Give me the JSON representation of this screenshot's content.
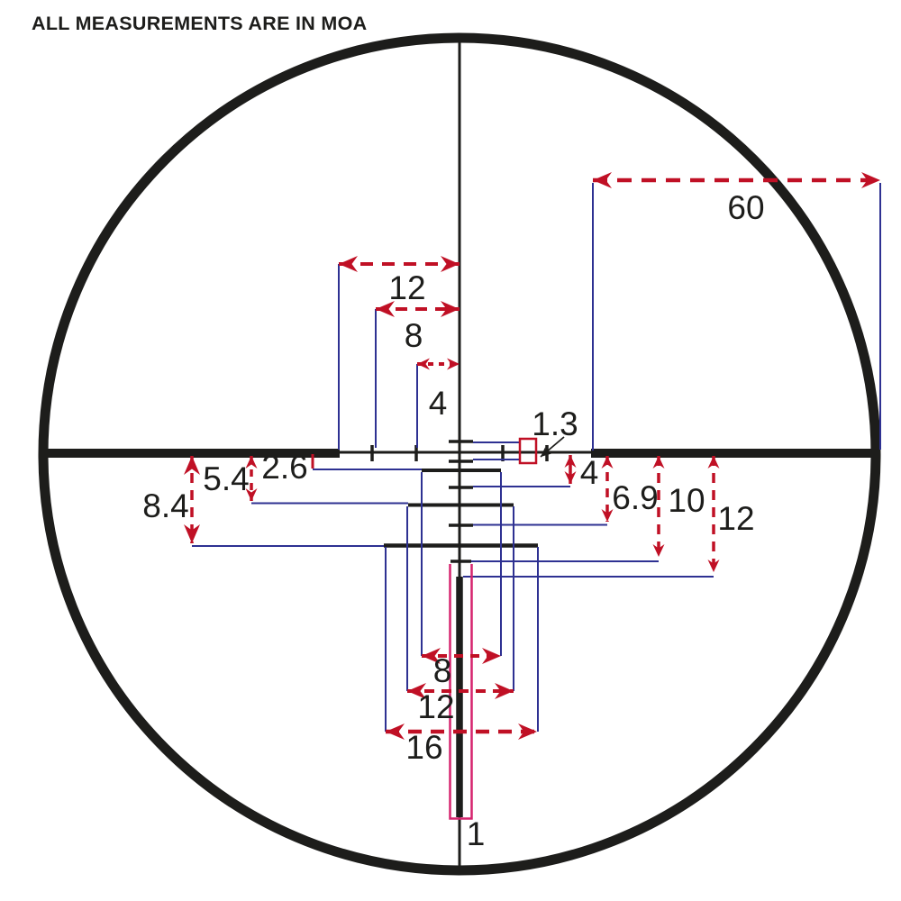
{
  "title": "ALL MEASUREMENTS ARE IN MOA",
  "units": "MOA",
  "colors": {
    "reticle_black": "#1d1d1b",
    "dimension_red": "#c01025",
    "extension_blue": "#2e3192",
    "highlight_pink": "#d6246e",
    "background": "#ffffff"
  },
  "annotations": {
    "field_width_right": "60",
    "center_to_post_left": "12",
    "center_to_outer_tick_left": "8",
    "center_to_inner_tick_left": "4",
    "center_tick_gap": "1.3",
    "drop_to_first_bar": "2.6",
    "drop_to_second_bar": "5.4",
    "drop_to_third_bar": "8.4",
    "drop_to_first_tick": "4",
    "drop_to_second_tick": "6.9",
    "drop_to_third_tick": "10",
    "drop_to_bottom_post": "12",
    "first_bar_width": "8",
    "second_bar_width": "12",
    "third_bar_width": "16",
    "bottom_wire_width": "1"
  }
}
